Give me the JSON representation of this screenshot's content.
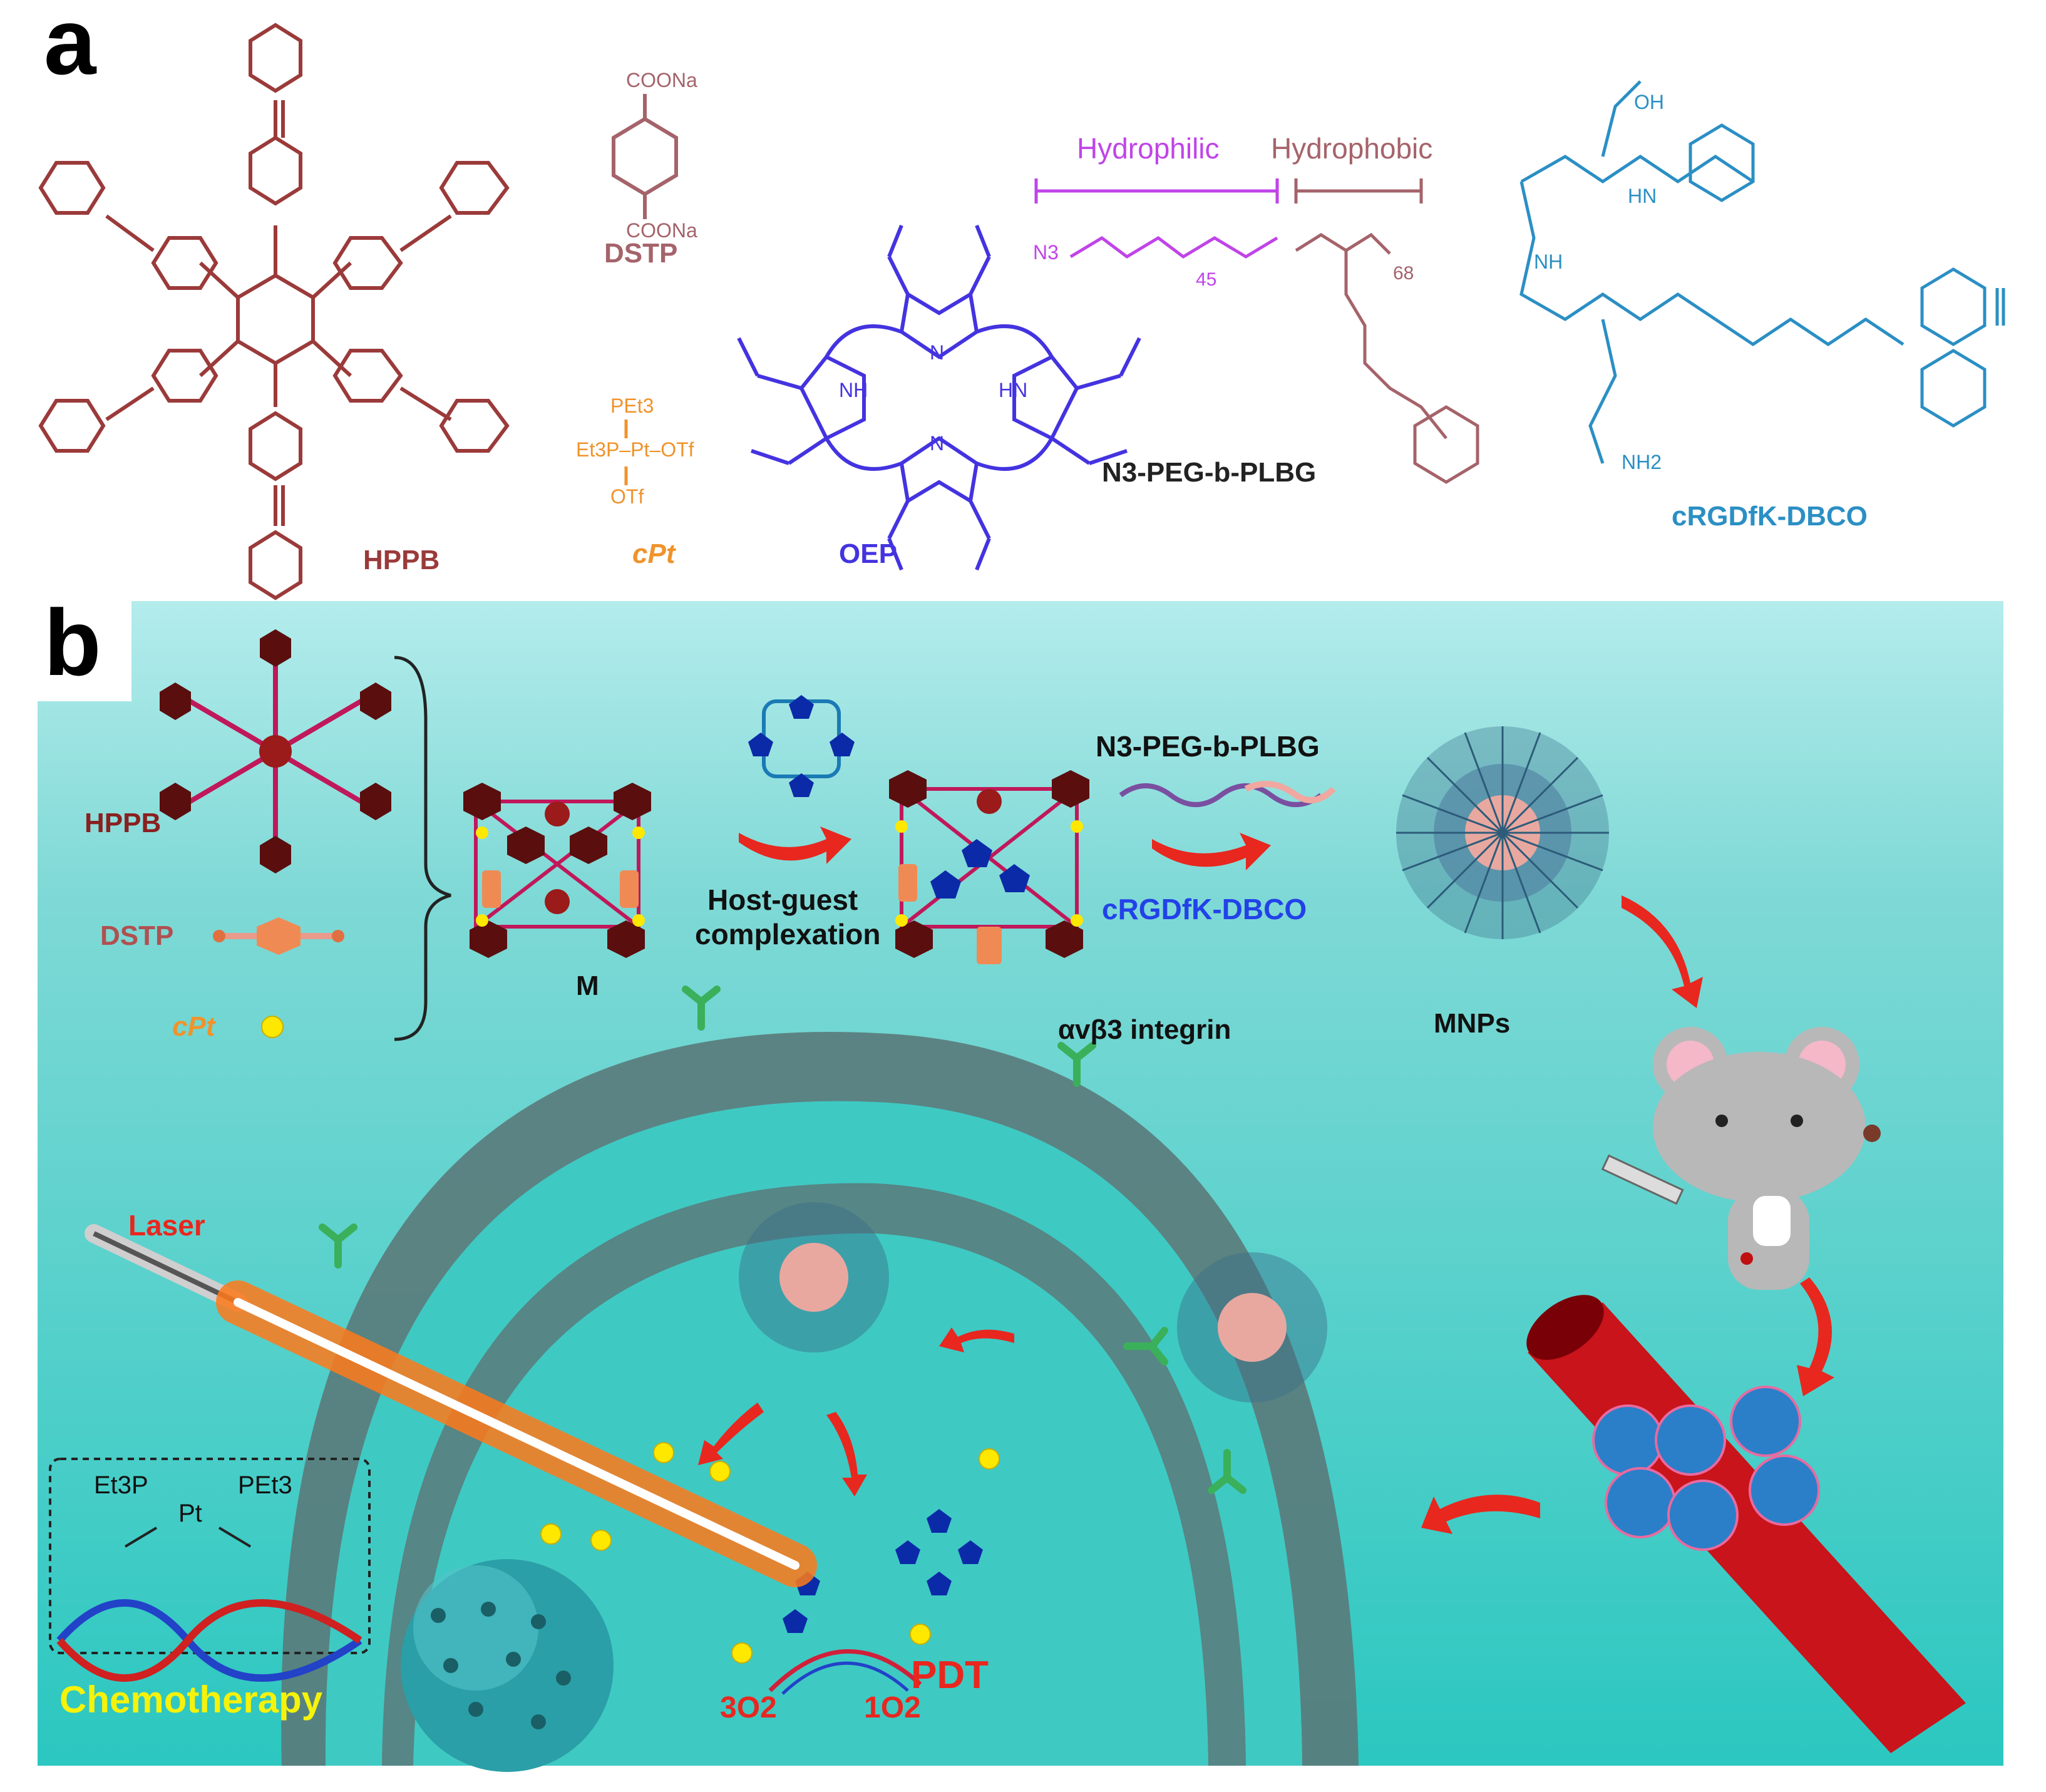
{
  "panel_a": {
    "letter": "a",
    "compounds": {
      "hppb": {
        "label": "HPPB",
        "color": "#9b3a3a"
      },
      "dstp": {
        "label": "DSTP",
        "group_top": "COONa",
        "group_bottom": "COONa",
        "color": "#a5636a"
      },
      "cpt": {
        "label": "cPt",
        "ligand_top": "PEt3",
        "ligand_left": "Et3P–Pt–OTf",
        "ligand_bottom": "OTf",
        "color": "#f0932b"
      },
      "oep": {
        "label": "OEP",
        "nh_left": "NH",
        "nh_right": "HN",
        "n_top": "N",
        "n_bottom": "N",
        "color": "#4433e0"
      },
      "peg": {
        "label": "N3-PEG-b-PLBG",
        "hydrophilic": "Hydrophilic",
        "hydrophobic": "Hydrophobic",
        "n3": "N3",
        "repeat_peg": "45",
        "repeat_plbg": "68",
        "color_peg": "#c044e8",
        "color_plbg": "#a5636a"
      },
      "crgd": {
        "label": "cRGDfK-DBCO",
        "oh": "OH",
        "hn": "HN",
        "nh": "NH",
        "nh2": "NH2",
        "color": "#2b8fc4"
      }
    }
  },
  "panel_b": {
    "letter": "b",
    "bg_colors": [
      "#b4ecec",
      "#2bc7c0"
    ],
    "labels": {
      "hppb": "HPPB",
      "dstp": "DSTP",
      "cpt": "cPt",
      "m": "M",
      "host_guest_1": "Host-guest",
      "host_guest_2": "complexation",
      "peg": "N3-PEG-b-PLBG",
      "crgd": "cRGDfK-DBCO",
      "mnps": "MNPs",
      "integrin": "αvβ3 integrin",
      "laser": "Laser",
      "chemotherapy": "Chemotherapy",
      "pdt": "PDT",
      "o2_triplet": "3O2",
      "o2_singlet": "1O2",
      "pt_left": "Et3P",
      "pt_right": "PEt3",
      "pt_center": "Pt"
    }
  }
}
